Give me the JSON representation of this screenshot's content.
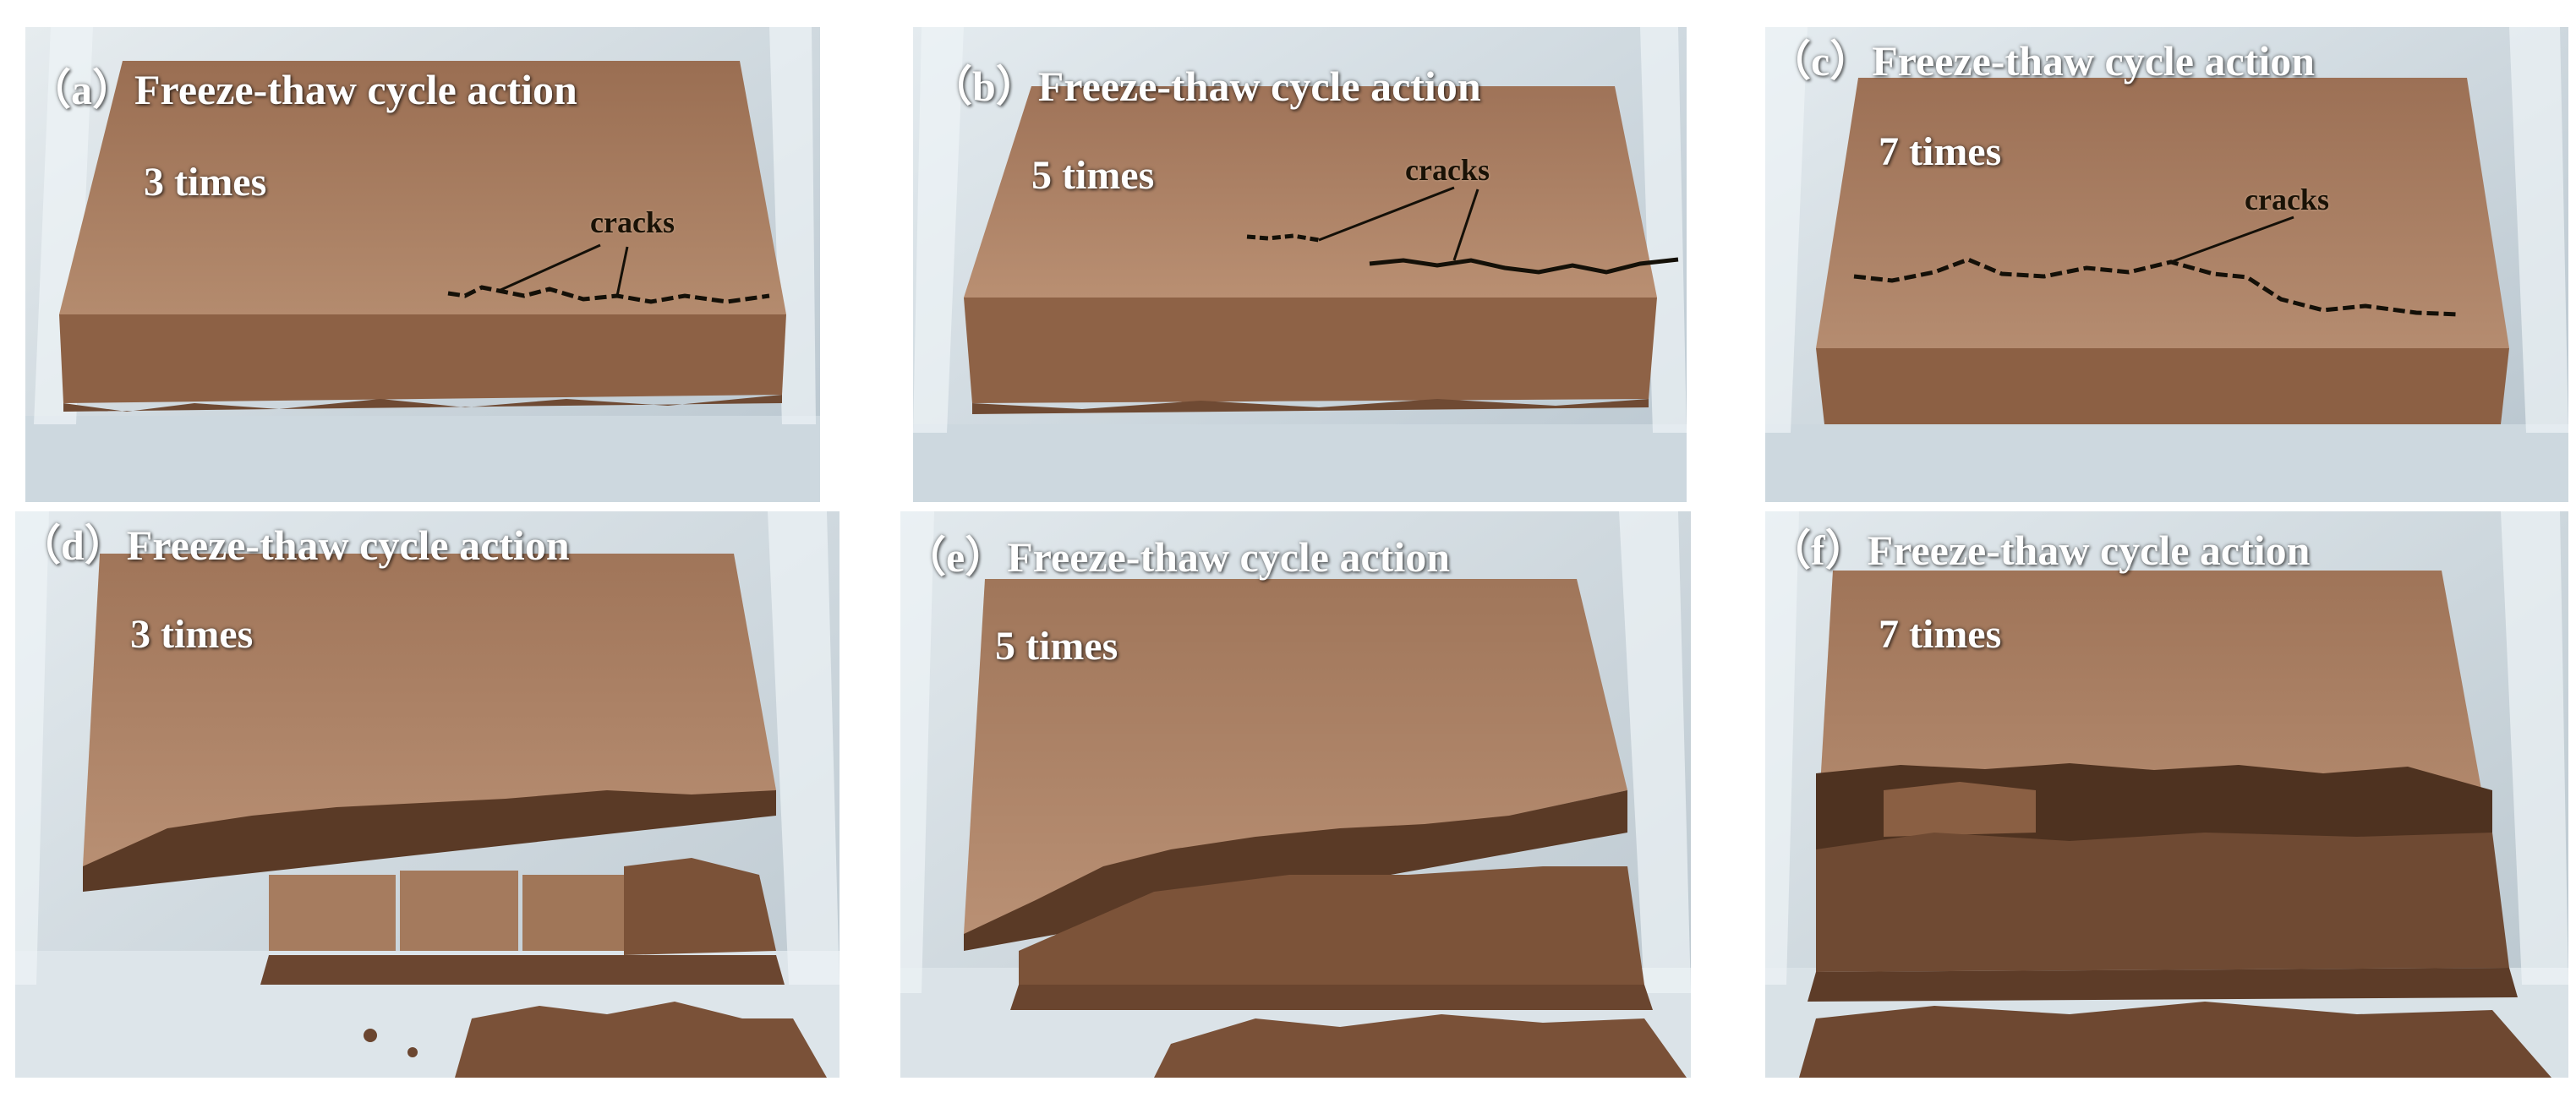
{
  "figure": {
    "panels": [
      {
        "id": "a",
        "title": "（a）Freeze-thaw cycle action",
        "times": "3 times",
        "crack_label": "cracks",
        "state": "intact-with-cracks"
      },
      {
        "id": "b",
        "title": "（b）Freeze-thaw cycle action",
        "times": "5 times",
        "crack_label": "cracks",
        "state": "intact-with-cracks"
      },
      {
        "id": "c",
        "title": "（c）Freeze-thaw cycle action",
        "times": "7 times",
        "crack_label": "cracks",
        "state": "intact-with-cracks"
      },
      {
        "id": "d",
        "title": "（d）Freeze-thaw cycle action",
        "times": "3 times",
        "state": "collapsed"
      },
      {
        "id": "e",
        "title": "（e）Freeze-thaw cycle action",
        "times": "5 times",
        "state": "collapsed"
      },
      {
        "id": "f",
        "title": "（f）Freeze-thaw cycle action",
        "times": "7 times",
        "state": "collapsed"
      }
    ],
    "colors": {
      "soil": "#a5785a",
      "soil_top": "#b38769",
      "soil_dark": "#7a5237",
      "crack": "#141008",
      "label_text": "#ffffff",
      "tank": "#d7e0e6"
    }
  }
}
